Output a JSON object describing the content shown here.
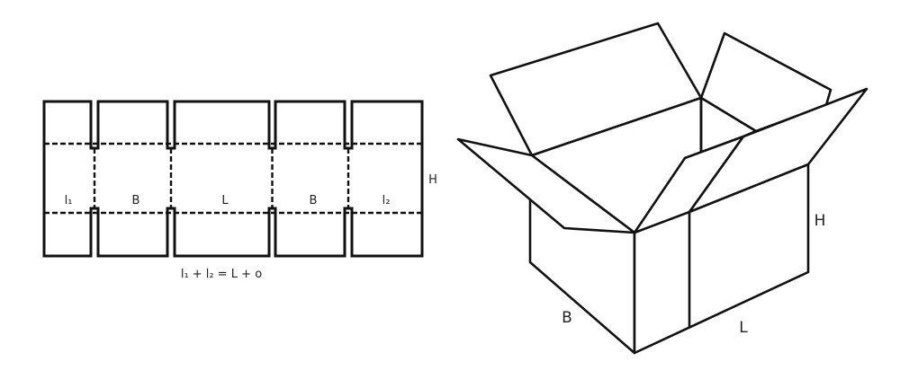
{
  "net": {
    "panels": [
      {
        "id": "l1",
        "label": "l₁"
      },
      {
        "id": "b1",
        "label": "B"
      },
      {
        "id": "l",
        "label": "L"
      },
      {
        "id": "b2",
        "label": "B"
      },
      {
        "id": "l2",
        "label": "l₂"
      }
    ],
    "height_label": "H",
    "formula": "l₁ + l₂ = L + o"
  },
  "box": {
    "b_label": "B",
    "l_label": "L",
    "h_label": "H"
  },
  "colors": {
    "line": "#111111",
    "text": "#222222",
    "background": "#ffffff"
  }
}
